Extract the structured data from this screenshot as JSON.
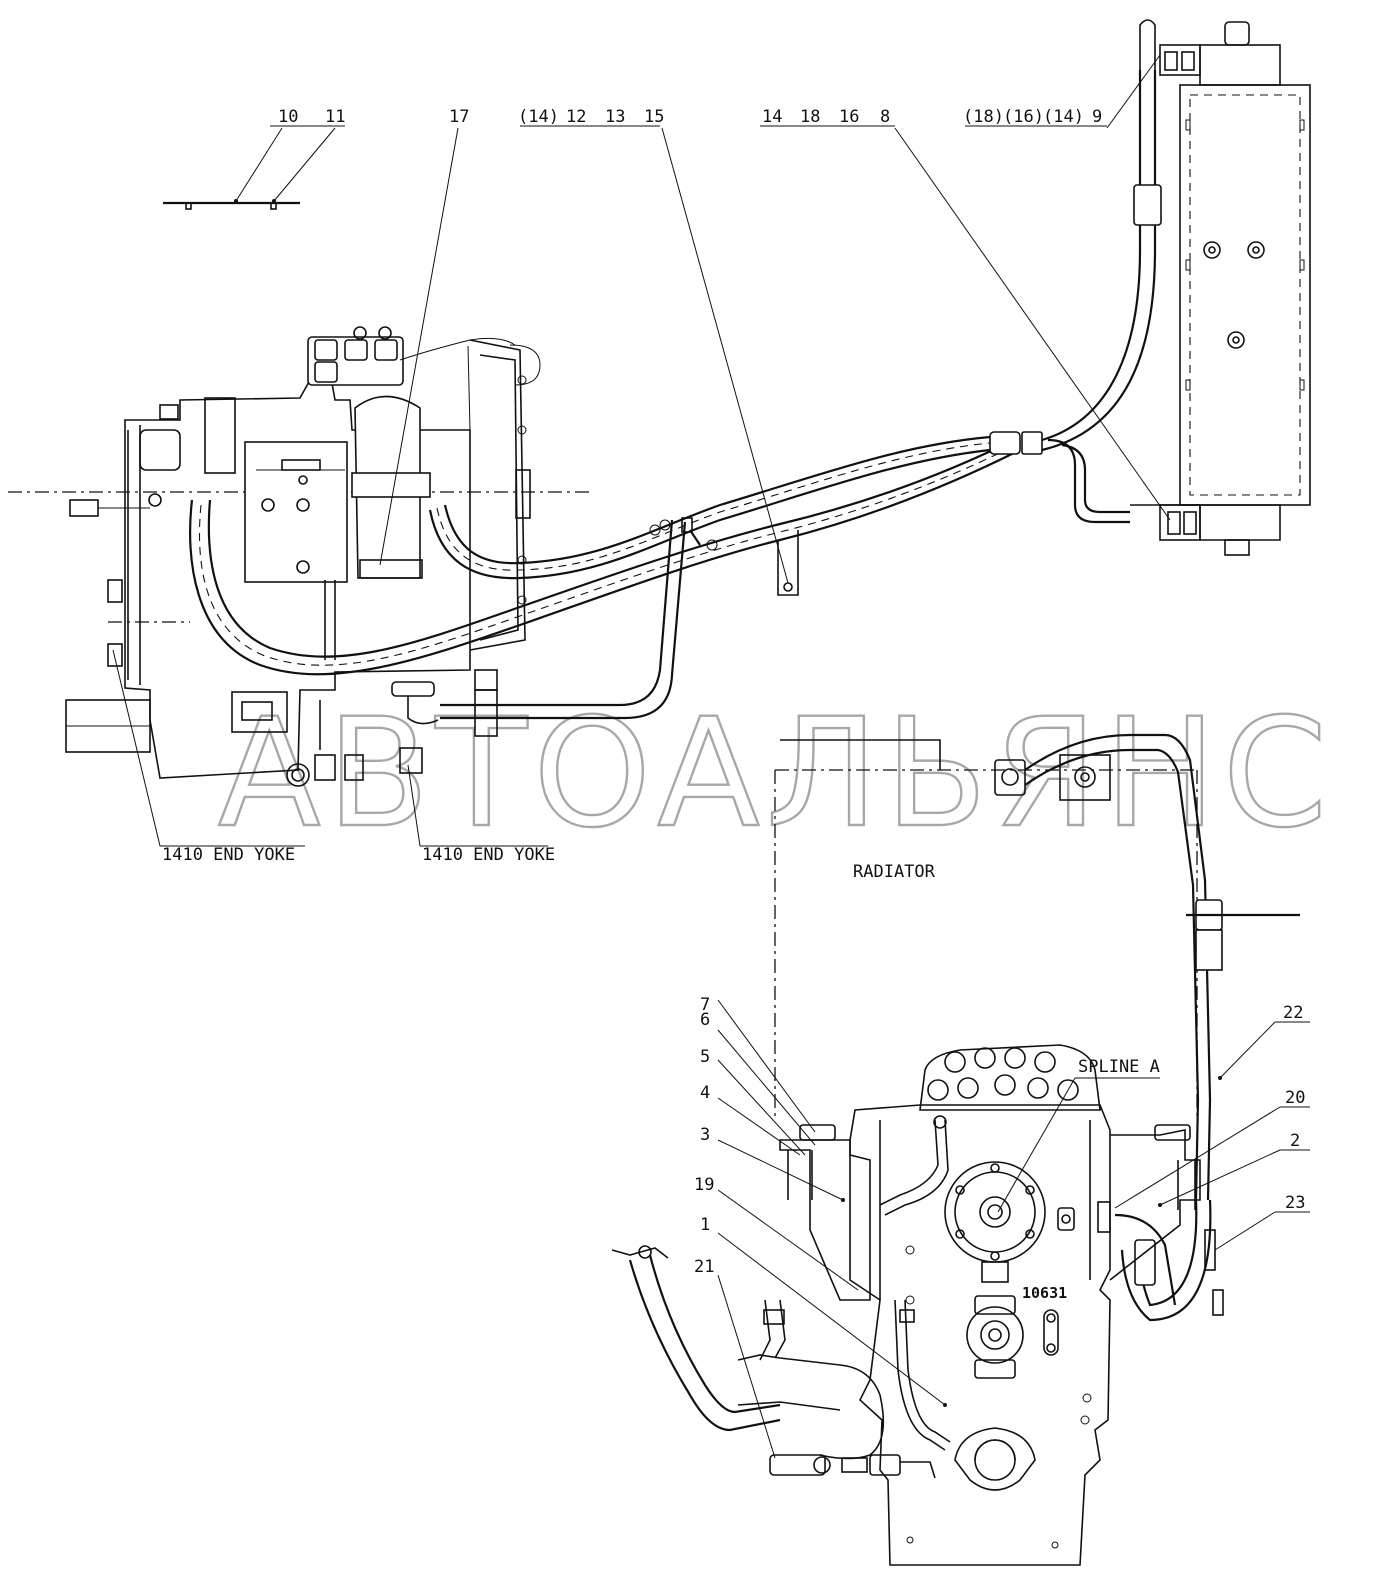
{
  "callouts_top": {
    "c10": "10",
    "c11": "11",
    "c17": "17",
    "c14a": "(14)",
    "c12": "12",
    "c13": "13",
    "c15": "15",
    "c14b": "14",
    "c18": "18",
    "c16": "16",
    "c8": "8",
    "c18p": "(18)",
    "c16p": "(16)",
    "c14p": "(14)",
    "c9": "9"
  },
  "callouts_bottom": {
    "c7": "7",
    "c6": "6",
    "c5": "5",
    "c4": "4",
    "c3": "3",
    "c19": "19",
    "c1": "1",
    "c21": "21",
    "c22": "22",
    "c20": "20",
    "c2": "2",
    "c23": "23"
  },
  "notes": {
    "end_yoke_1": "1410 END YOKE",
    "end_yoke_2": "1410 END YOKE",
    "radiator": "RADIATOR",
    "spline": "SPLINE A",
    "part_number": "10631"
  },
  "watermark": "АВТОАЛЬЯНС"
}
